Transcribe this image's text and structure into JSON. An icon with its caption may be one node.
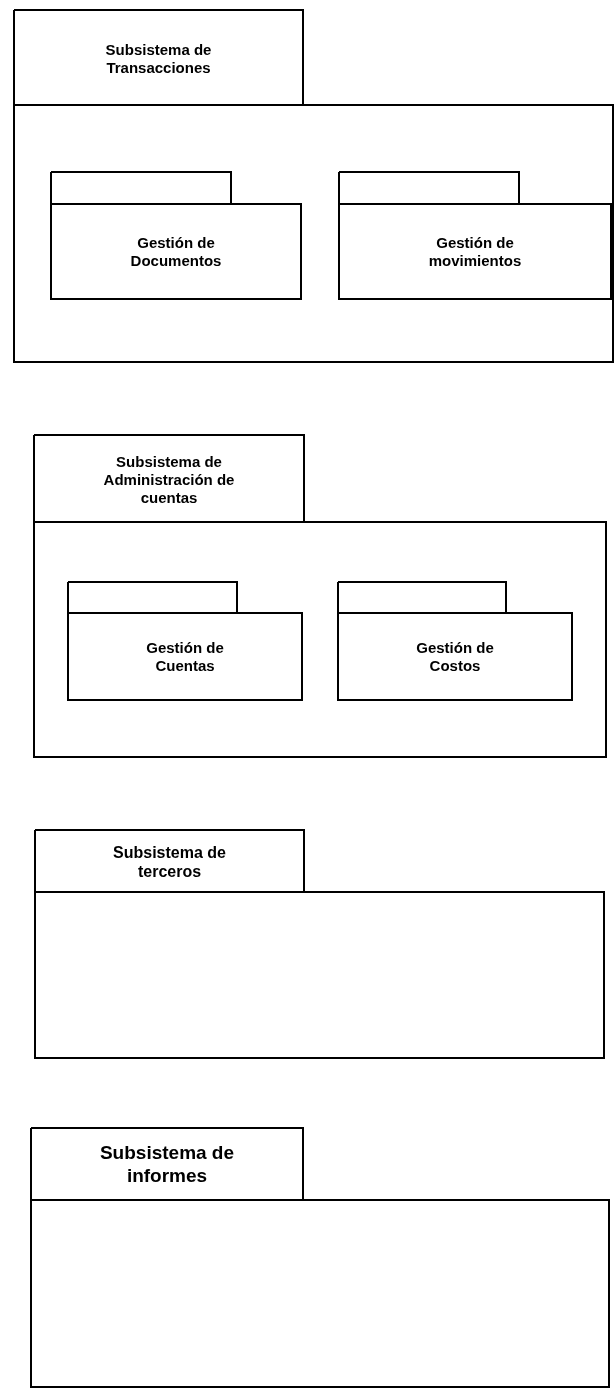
{
  "diagram": {
    "nodes": [
      {
        "text": [
          "Subsistema de Transacciones"
        ]
      },
      {
        "text": [
          "Gestión de Documentos"
        ],
        "in": 0
      },
      {
        "text": [
          "Gestión de movimientos"
        ],
        "in": 0
      },
      {
        "text": [
          "Subsistema de Administración de cuentas"
        ]
      },
      {
        "text": [
          "Gestión de Cuentas"
        ],
        "in": 3
      },
      {
        "text": [
          "Gestión de Costos"
        ],
        "in": 3
      },
      {
        "text": [
          "Subsistema de terceros"
        ]
      },
      {
        "text": [
          "Subsistema de informes"
        ]
      }
    ]
  }
}
